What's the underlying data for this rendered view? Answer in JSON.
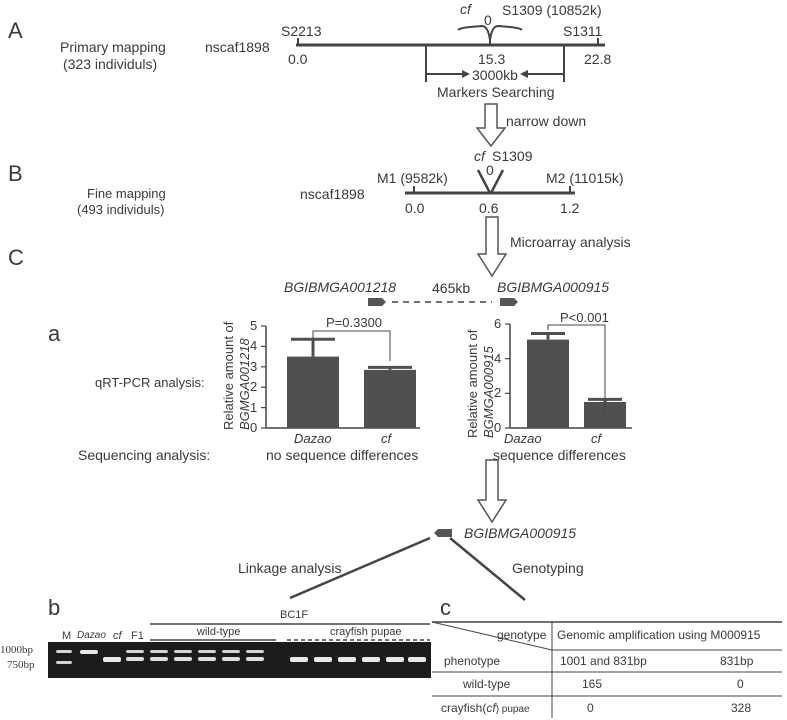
{
  "panels": {
    "A": "A",
    "B": "B",
    "C": "C",
    "a": "a",
    "b": "b",
    "c": "c"
  },
  "primary": {
    "title_line1": "Primary mapping",
    "title_line2": "(323 individuls)",
    "scaffold": "nscaf1898",
    "m_left": "S2213",
    "m_left_pos": "0.0",
    "m_right": "S1311",
    "m_right_pos": "22.8",
    "cf_label": "cf",
    "cf_zero": "0",
    "cf_marker": "S1309 (10852k)",
    "mid_pos": "15.3",
    "search_kb": "3000kb",
    "search_label": "Markers Searching",
    "arrow_label": "narrow down"
  },
  "fine": {
    "title_line1": "Fine mapping",
    "title_line2": "(493 individuls)",
    "scaffold": "nscaf1898",
    "m1": "M1 (9582k)",
    "m2": "M2 (11015k)",
    "cf_label": "cf",
    "cf_marker": "S1309",
    "cf_zero": "0",
    "pos_left": "0.0",
    "pos_mid": "0.6",
    "pos_right": "1.2",
    "arrow_label": "Microarray analysis"
  },
  "genes": {
    "left": "BGIBMGA001218",
    "distance": "465kb",
    "right": "BGIBMGA000915",
    "final": "BGIBMGA000915"
  },
  "qpcr": {
    "row_label": "qRT-PCR analysis:",
    "seq_label": "Sequencing analysis:"
  },
  "chart_data": [
    {
      "type": "bar",
      "categories": [
        "Dazao",
        "cf"
      ],
      "values": [
        3.5,
        2.85
      ],
      "errors": [
        0.85,
        0.12
      ],
      "ylabel_line1": "Relative  amount of",
      "ylabel_line2": "BGMGA001218",
      "yticks": [
        "0",
        "1",
        "2",
        "3",
        "4",
        "5"
      ],
      "ylim": [
        0,
        5
      ],
      "pvalue": "P=0.3300",
      "result": "no sequence differences"
    },
    {
      "type": "bar",
      "categories": [
        "Dazao",
        "cf"
      ],
      "values": [
        5.1,
        1.5
      ],
      "errors": [
        0.35,
        0.15
      ],
      "ylabel_line1": "Relative  amount of",
      "ylabel_line2": "BGMGA000915",
      "yticks": [
        "0",
        "2",
        "4",
        "6"
      ],
      "ylim": [
        0,
        6
      ],
      "pvalue": "P<0.001",
      "result": "sequence differences"
    }
  ],
  "analysis": {
    "linkage": "Linkage analysis",
    "genotyping": "Genotyping"
  },
  "gel": {
    "bc1f": "BC1F",
    "lane_m": "M",
    "lane_dazao": "Dazao",
    "lane_cf": "cf",
    "lane_f1": "F1",
    "wildtype": "wild-type",
    "crayfish": "crayfish pupae",
    "bp1000": "1000bp",
    "bp750": "750bp"
  },
  "table": {
    "genotype_label": "genotype",
    "phenotype_label": "phenotype",
    "amplification": "Genomic amplification using M000915",
    "col1": "1001 and 831bp",
    "col2": "831bp",
    "rows": [
      {
        "label": "wild-type",
        "v1": "165",
        "v2": "0"
      },
      {
        "label_pre": "crayfish(",
        "label_it": "cf",
        "label_post": ") pupae",
        "v1": "0",
        "v2": "328"
      }
    ]
  }
}
